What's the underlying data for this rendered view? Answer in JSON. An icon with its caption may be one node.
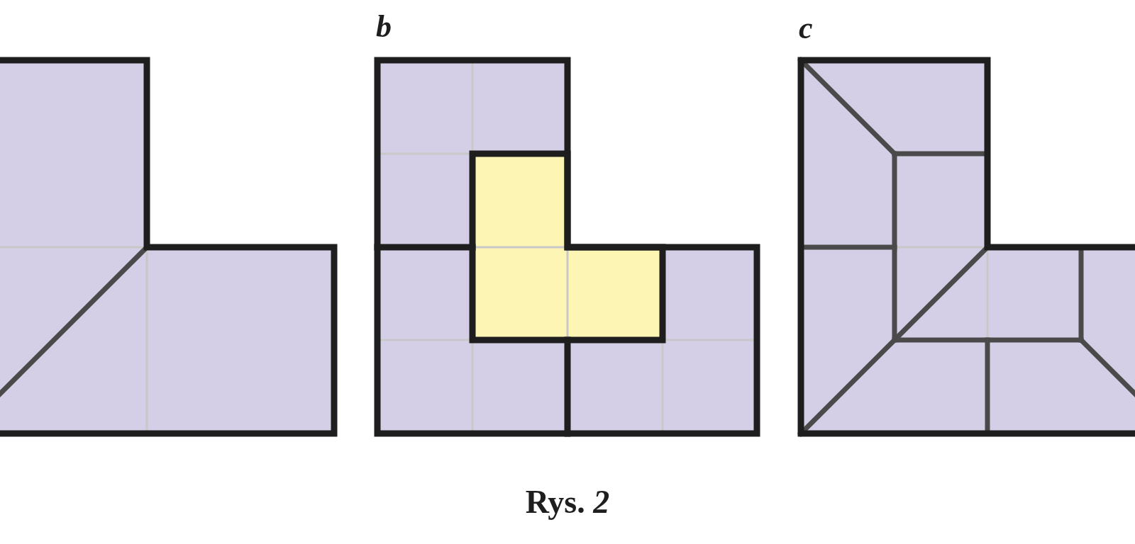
{
  "diagram": {
    "caption": "Rys. *2*",
    "labels": [
      "b",
      "c"
    ]
  }
}
